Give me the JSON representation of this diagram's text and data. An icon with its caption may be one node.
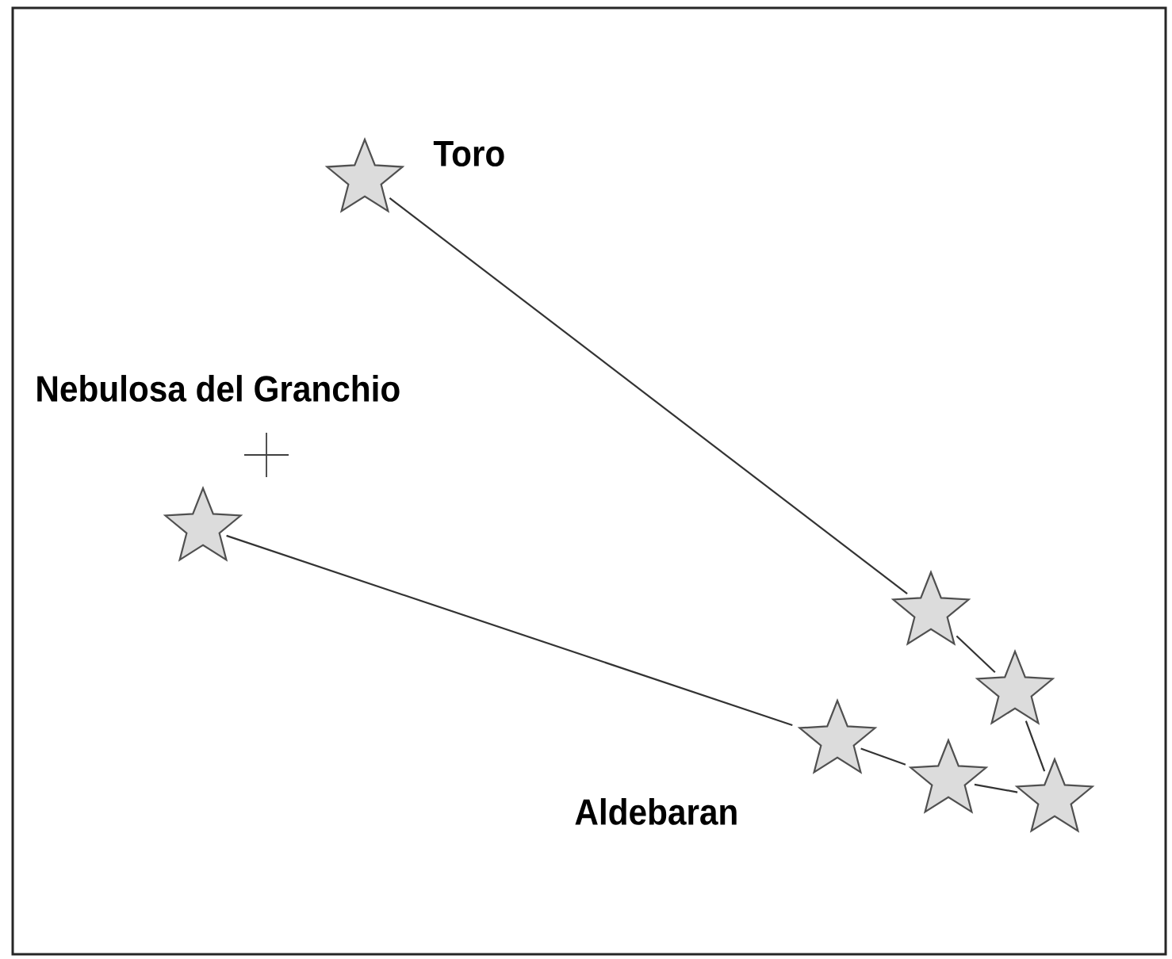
{
  "diagram": {
    "nodes": [
      {
        "text": [],
        "shape": "star"
      },
      {
        "text": [],
        "shape": "star"
      },
      {
        "text": [],
        "shape": "star"
      },
      {
        "text": [],
        "shape": "star"
      },
      {
        "text": [],
        "shape": "star"
      },
      {
        "text": [],
        "shape": "star"
      },
      {
        "text": [],
        "shape": "star"
      }
    ],
    "edges": [
      {
        "from": 0,
        "to": 2,
        "arrow": "none"
      },
      {
        "from": 1,
        "to": 4,
        "arrow": "none"
      },
      {
        "from": 2,
        "to": 3,
        "arrow": "none"
      },
      {
        "from": 3,
        "to": 6,
        "arrow": "none"
      },
      {
        "from": 4,
        "to": 5,
        "arrow": "none"
      },
      {
        "from": 5,
        "to": 6,
        "arrow": "none"
      }
    ],
    "labels": [
      "Toro",
      "Nebulosa del Granchio",
      "Aldebaran"
    ]
  }
}
